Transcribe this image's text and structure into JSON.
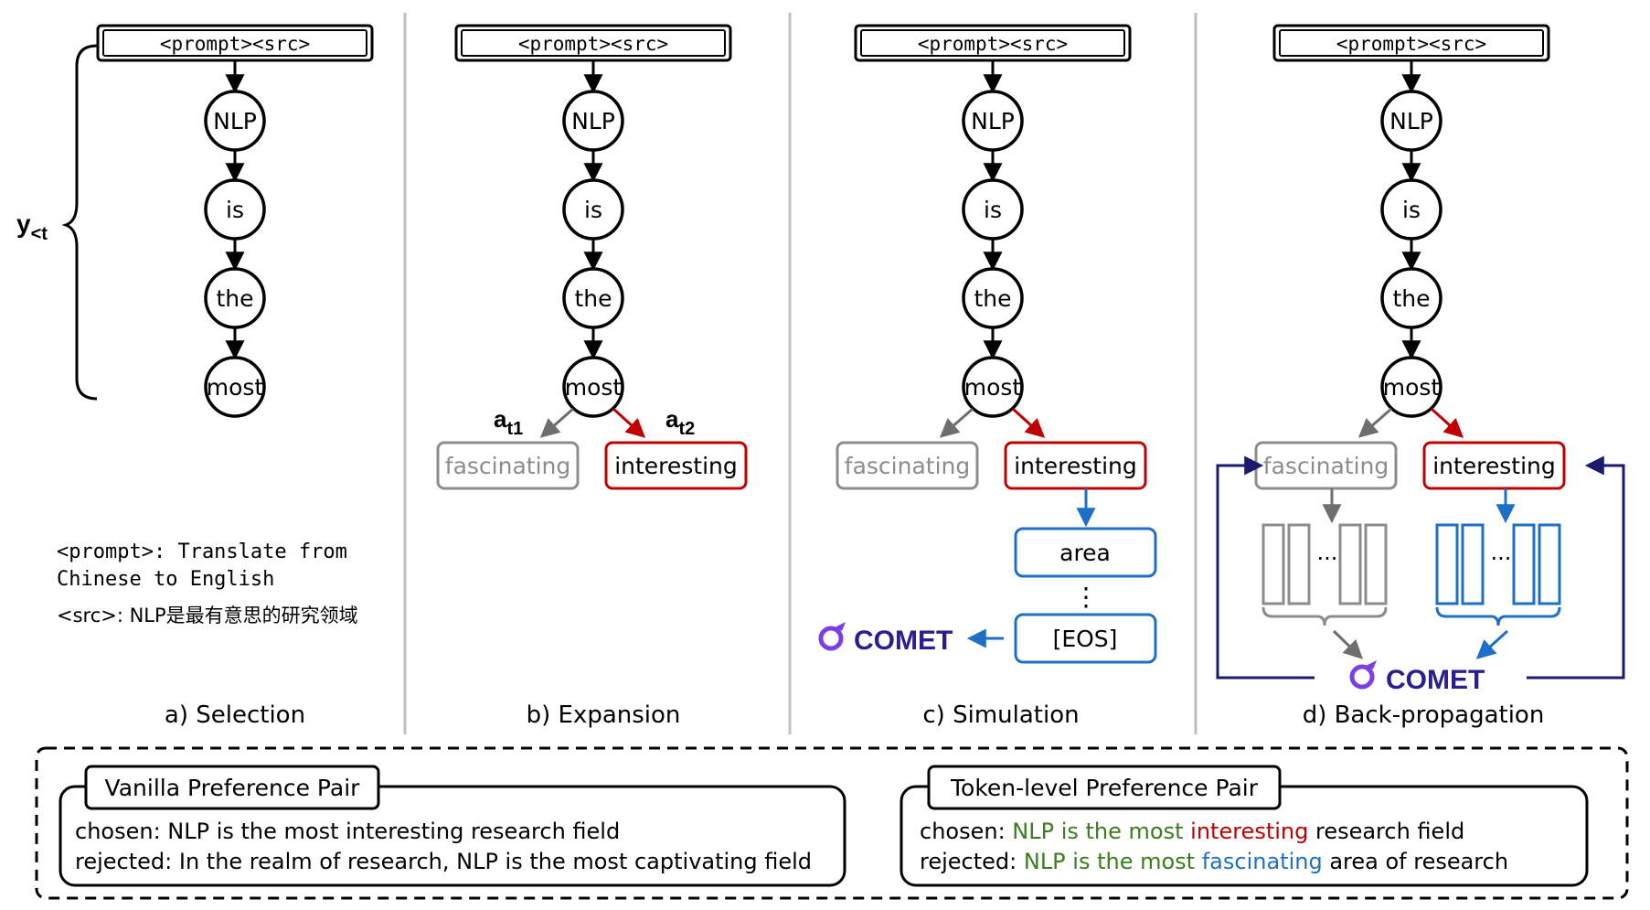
{
  "top_box": "<prompt><src>",
  "chain_tokens": [
    "NLP",
    "is",
    "the",
    "most"
  ],
  "candidates": {
    "left": "fascinating",
    "right": "interesting"
  },
  "y_label": {
    "main": "y",
    "sub": "<t"
  },
  "action_labels": {
    "a1": {
      "main": "a",
      "sub": "t1"
    },
    "a2": {
      "main": "a",
      "sub": "t2"
    }
  },
  "legend": {
    "prompt_line1": "<prompt>: Translate from",
    "prompt_line2": "Chinese to English",
    "src_line": "<src>: NLP是最有意思的研究领域"
  },
  "simulation": {
    "token": "area",
    "dots": "⋮",
    "eos": "[EOS]"
  },
  "backprop_dots": "...",
  "comet": "COMET",
  "panel_captions": [
    "a) Selection",
    "b) Expansion",
    "c) Simulation",
    "d) Back-propagation"
  ],
  "vanilla": {
    "title": "Vanilla Preference Pair",
    "chosen": "chosen: NLP is the most interesting research field",
    "rejected": "rejected: In the realm of research, NLP is the most captivating field"
  },
  "token_level": {
    "title": "Token-level Preference Pair",
    "chosen_prefix": "chosen: ",
    "chosen_shared": "NLP is the most ",
    "chosen_token": "interesting",
    "chosen_rest": " research field",
    "rejected_prefix": "rejected: ",
    "rejected_shared": "NLP is the most ",
    "rejected_token": "fascinating",
    "rejected_rest": " area of research"
  },
  "colors": {
    "black": "#000000",
    "gray": "#8c8c8c",
    "red": "#c00000",
    "blue": "#1f6fc8",
    "navy": "#1a1a6e",
    "green": "#3a7d1e",
    "comet_text": "#2a1f8f",
    "comet_icon": "#7b3fe4",
    "divider": "#bfbfbf"
  },
  "icons": [
    "comet-logo-icon",
    "arrow-icon",
    "brace-icon"
  ]
}
